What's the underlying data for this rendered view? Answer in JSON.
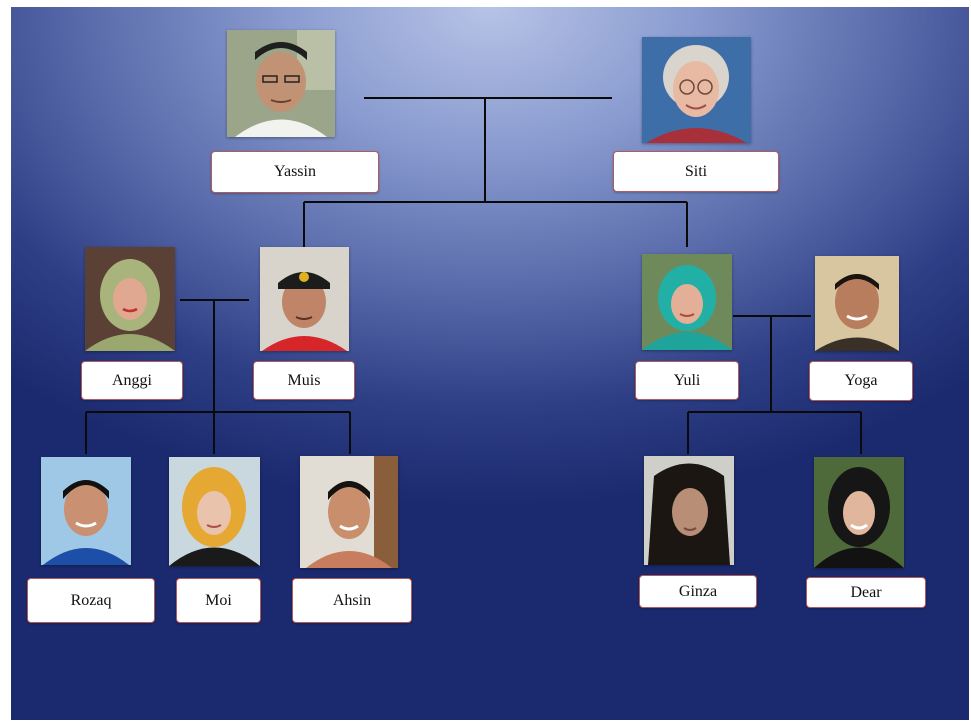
{
  "people": {
    "yassin": {
      "name": "Yassin",
      "photo_icon": "elderly-man-portrait-icon"
    },
    "siti": {
      "name": "Siti",
      "photo_icon": "elderly-woman-portrait-icon"
    },
    "anggi": {
      "name": "Anggi",
      "photo_icon": "woman-hijab-portrait-icon"
    },
    "muis": {
      "name": "Muis",
      "photo_icon": "man-cap-portrait-icon"
    },
    "yuli": {
      "name": "Yuli",
      "photo_icon": "woman-hijab-portrait-icon"
    },
    "yoga": {
      "name": "Yoga",
      "photo_icon": "man-portrait-icon"
    },
    "rozaq": {
      "name": "Rozaq",
      "photo_icon": "young-man-portrait-icon"
    },
    "moi": {
      "name": "Moi",
      "photo_icon": "woman-hijab-portrait-icon"
    },
    "ahsin": {
      "name": "Ahsin",
      "photo_icon": "young-man-portrait-icon"
    },
    "ginza": {
      "name": "Ginza",
      "photo_icon": "young-woman-portrait-icon"
    },
    "dear": {
      "name": "Dear",
      "photo_icon": "woman-hijab-portrait-icon"
    }
  },
  "colors": {
    "background_light": "#b7c3e6",
    "background_dark": "#1b2a6e",
    "connector": "#0a0a0a",
    "name_box_border": "#b35a5a"
  }
}
